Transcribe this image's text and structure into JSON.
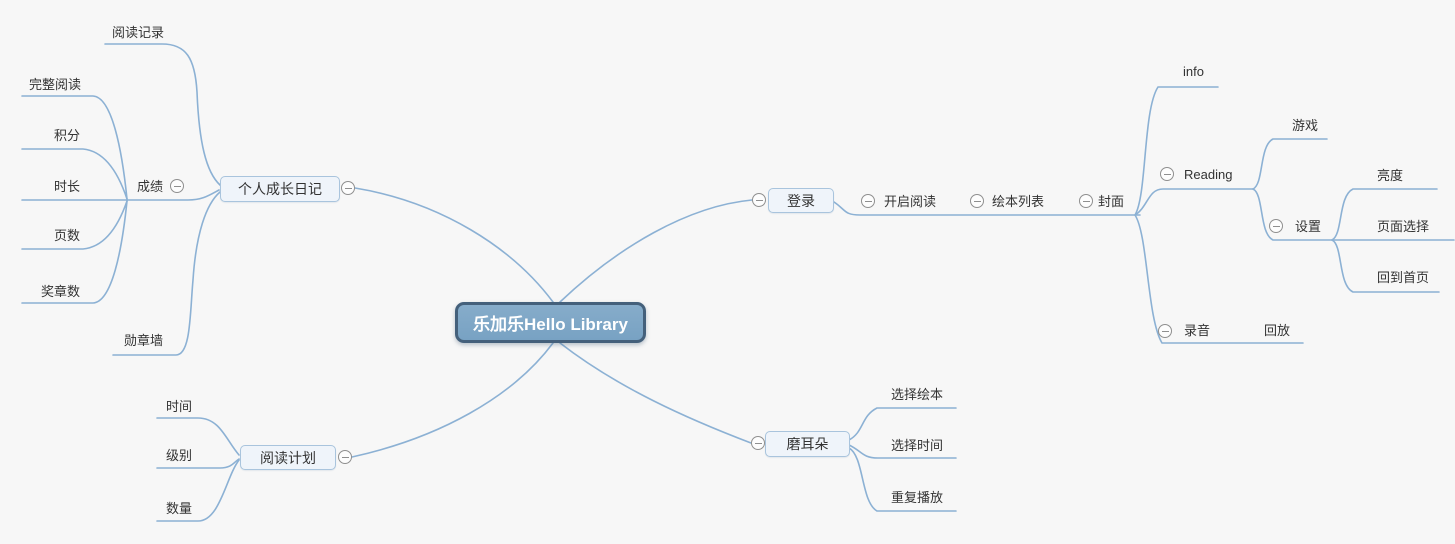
{
  "app": {
    "type": "mindmap",
    "background_color": "#f7f7f7"
  },
  "colors": {
    "line": "#8cb1d4",
    "text": "#333333",
    "box_fill": "#eff4fa",
    "box_border": "#a9c4dd",
    "central_fill": "#7ea7c7",
    "central_border": "#44607b",
    "expander": "#8f8f8f"
  },
  "expander_symbol": "−",
  "nodes": {
    "central": "乐加乐Hello Library",
    "diary": "个人成长日记",
    "reading_record": "阅读记录",
    "score": "成绩",
    "full_reading": "完整阅读",
    "points": "积分",
    "duration": "时长",
    "pages": "页数",
    "medal_count": "奖章数",
    "medal_wall": "勋章墙",
    "plan": "阅读计划",
    "time": "时间",
    "level": "级别",
    "quantity": "数量",
    "login": "登录",
    "start_reading": "开启阅读",
    "book_list": "绘本列表",
    "cover": "封面",
    "info": "info",
    "reading": "Reading",
    "game": "游戏",
    "settings": "设置",
    "brightness": "亮度",
    "page_select": "页面选择",
    "back_home": "回到首页",
    "recording": "录音",
    "playback": "回放",
    "moerduo": "磨耳朵",
    "select_book": "选择绘本",
    "select_time": "选择时间",
    "repeat_play": "重复播放"
  },
  "outline": {
    "root": "乐加乐Hello Library",
    "left_branches": [
      {
        "label": "个人成长日记",
        "children": [
          {
            "label": "阅读记录"
          },
          {
            "label": "成绩",
            "children": [
              "完整阅读",
              "积分",
              "时长",
              "页数",
              "奖章数"
            ]
          },
          {
            "label": "勋章墙"
          }
        ]
      },
      {
        "label": "阅读计划",
        "children": [
          "时间",
          "级别",
          "数量"
        ]
      }
    ],
    "right_branches": [
      {
        "label": "登录",
        "children": [
          {
            "label": "开启阅读",
            "children": [
              {
                "label": "绘本列表",
                "children": [
                  {
                    "label": "封面",
                    "children": [
                      {
                        "label": "info"
                      },
                      {
                        "label": "Reading",
                        "children": [
                          {
                            "label": "游戏"
                          },
                          {
                            "label": "设置",
                            "children": [
                              "亮度",
                              "页面选择",
                              "回到首页"
                            ]
                          }
                        ]
                      },
                      {
                        "label": "录音",
                        "children": [
                          "回放"
                        ]
                      }
                    ]
                  }
                ]
              }
            ]
          }
        ]
      },
      {
        "label": "磨耳朵",
        "children": [
          "选择绘本",
          "选择时间",
          "重复播放"
        ]
      }
    ]
  }
}
